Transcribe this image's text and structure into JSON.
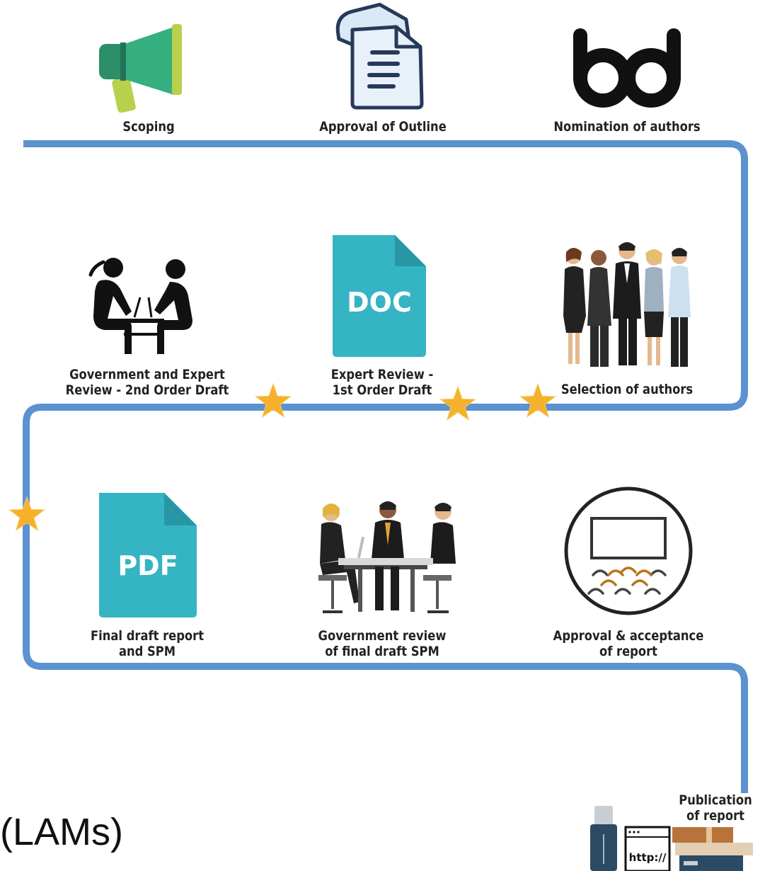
{
  "steps": {
    "scoping": "Scoping",
    "approval_outline": "Approval of Outline",
    "nomination": "Nomination of authors",
    "selection": "Selection of authors",
    "expert_review_l1": "Expert Review -",
    "expert_review_l2": "1st Order Draft",
    "gov_expert_l1": "Government and Expert",
    "gov_expert_l2": "Review - 2nd Order Draft",
    "final_draft_l1": "Final draft report",
    "final_draft_l2": "and SPM",
    "gov_review_l1": "Government review",
    "gov_review_l2": "of final draft SPM",
    "approval_l1": "Approval & acceptance",
    "approval_l2": "of report",
    "publication_l1": "Publication",
    "publication_l2": "of report"
  },
  "icons": {
    "doc_text": "DOC",
    "pdf_text": "PDF",
    "http_text": "http://"
  },
  "footer": {
    "lams": "(LAMs)"
  },
  "colors": {
    "path": "#5b92cf",
    "star": "#f5b129",
    "file": "#35b4c4",
    "file_fold": "#2797a6",
    "megaphone": "#36b080",
    "megaphone_dark": "#2c8f69",
    "megaphone_handle": "#b7d14d"
  }
}
